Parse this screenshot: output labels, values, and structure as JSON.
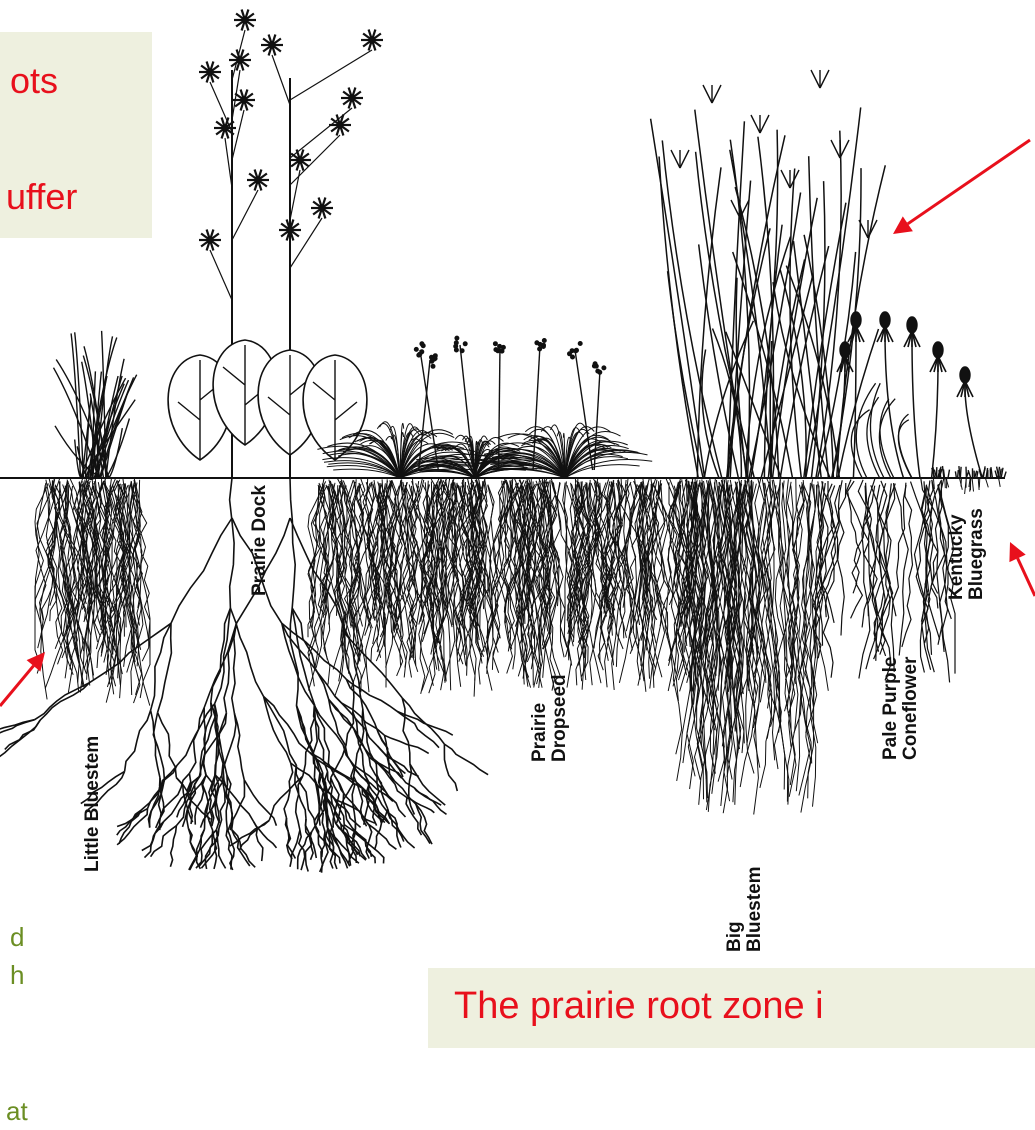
{
  "callouts": {
    "top_left_line1": "ots",
    "top_left_line2": "uffer",
    "bottom_banner": "The prairie root zone i"
  },
  "side_text": [
    "d",
    "h",
    "at"
  ],
  "plants": [
    {
      "name": "Little Bluestem"
    },
    {
      "name": "Prairie Dock"
    },
    {
      "name": "Prairie Dropseed",
      "line1": "Prairie",
      "line2": "Dropseed"
    },
    {
      "name": "Big Bluestem",
      "line1": "Big",
      "line2": "Bluestem"
    },
    {
      "name": "Pale Purple Coneflower",
      "line1": "Pale Purple",
      "line2": "Coneflower"
    },
    {
      "name": "Kentucky Bluegrass",
      "line1": "Kentucky",
      "line2": "Bluegrass"
    }
  ],
  "colors": {
    "callout_bg": "#eef0df",
    "callout_text": "#e8101c",
    "arrow": "#e8101c",
    "side_text": "#6b8e23",
    "ink": "#111111"
  }
}
